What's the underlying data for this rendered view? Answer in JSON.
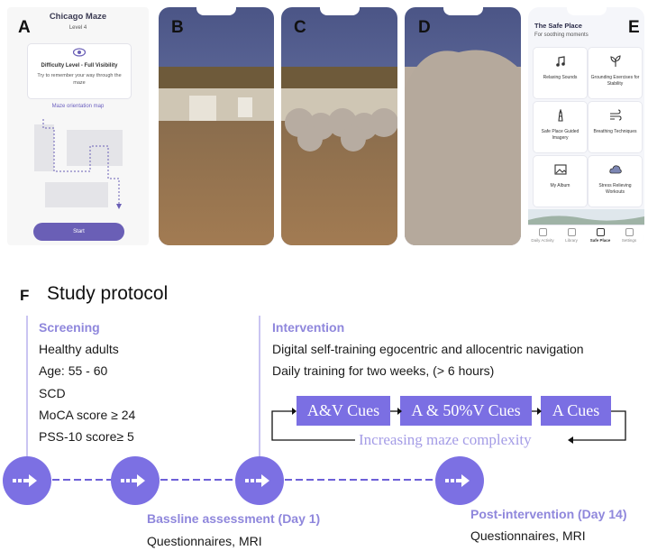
{
  "panel_letters": {
    "a": "A",
    "b": "B",
    "c": "C",
    "d": "D",
    "e": "E",
    "f": "F"
  },
  "panelA": {
    "title": "Chicago Maze",
    "level": "Level 4",
    "difficulty": "Difficulty Level - Full Visibility",
    "instruction": "Try to remember your way through the maze",
    "map_label": "Maze orientation map",
    "start": "Start"
  },
  "panelE": {
    "title": "The Safe Place",
    "subtitle": "For soothing moments",
    "tiles": [
      {
        "label": "Relaxing Sounds",
        "icon": "music-note-icon"
      },
      {
        "label": "Grounding Exercises for Stability",
        "icon": "sprout-icon"
      },
      {
        "label": "Safe Place Guided Imagery",
        "icon": "lighthouse-icon"
      },
      {
        "label": "Breathing Techniques",
        "icon": "wind-icon"
      },
      {
        "label": "My Album",
        "icon": "photo-icon"
      },
      {
        "label": "Stress Relieving Workouts",
        "icon": "cloud-icon"
      }
    ],
    "nav": [
      {
        "label": "Daily Activity",
        "icon": "calendar-icon"
      },
      {
        "label": "Library",
        "icon": "grid-icon"
      },
      {
        "label": "Safe Place",
        "icon": "safe-place-icon"
      },
      {
        "label": "Settings",
        "icon": "sliders-icon"
      }
    ]
  },
  "protocol": {
    "title": "Study protocol",
    "screening": {
      "heading": "Screening",
      "lines": [
        "Healthy adults",
        "Age: 55 - 60",
        "SCD",
        "MoCA score  ≥ 24",
        "PSS-10 score≥  5"
      ]
    },
    "intervention": {
      "heading": "Intervention",
      "lines": [
        "Digital self-training egocentric and allocentric navigation",
        "Daily training for two weeks, (> 6 hours)"
      ]
    },
    "cues": [
      "A&V Cues",
      "A & 50%V Cues",
      "A Cues"
    ],
    "loop_label": "Increasing maze complexity",
    "baseline": {
      "heading": "Bassline assessment (Day 1)",
      "text": "Questionnaires, MRI"
    },
    "post": {
      "heading": "Post-intervention (Day 14)",
      "text": "Questionnaires, MRI"
    }
  },
  "colors": {
    "accent": "#7c70e3",
    "heading": "#8f87dc",
    "loop_text": "#a49ce6"
  }
}
